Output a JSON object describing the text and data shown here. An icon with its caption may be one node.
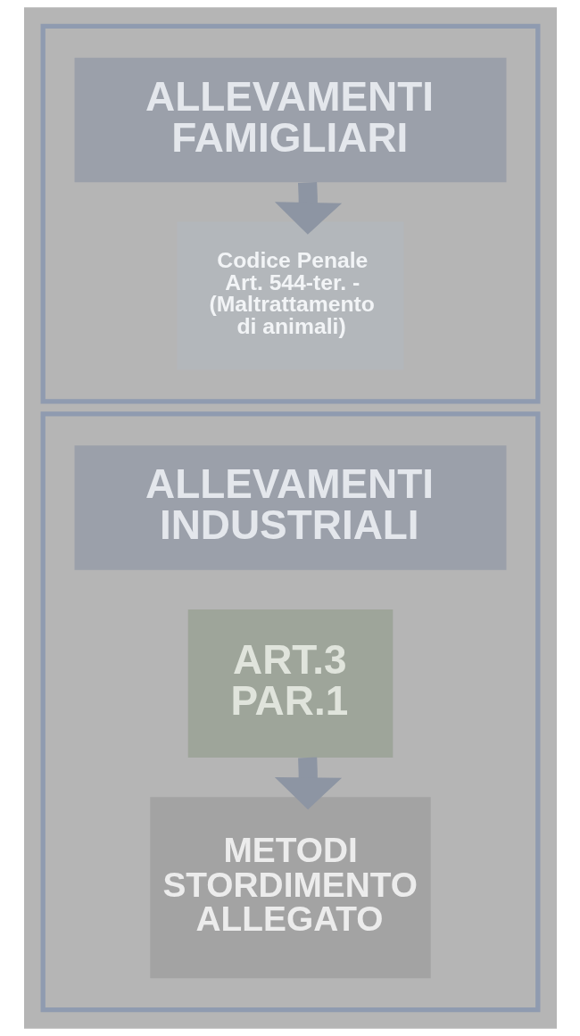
{
  "diagram": {
    "nodes": [
      {
        "text": [],
        "shape": "box"
      },
      {
        "text": [
          "ALLEVAMENTI FAMIGLIARI"
        ],
        "in": 0
      },
      {
        "text": [
          "Codice Penale Art. 544-ter. - (Maltrattamento di animali)"
        ],
        "in": 0
      },
      {
        "text": [],
        "shape": "box"
      },
      {
        "text": [
          "ALLEVAMENTI INDUSTRIALI"
        ],
        "in": 3
      },
      {
        "text": [
          "ART.3 PAR.1"
        ],
        "in": 3
      },
      {
        "text": [
          "METODI STORDIMENTO ALLEGATO"
        ],
        "in": 3
      }
    ],
    "edges": [
      {
        "from": 1,
        "to": 2,
        "arrow": "to"
      },
      {
        "from": 5,
        "to": 6,
        "arrow": "to"
      }
    ]
  }
}
